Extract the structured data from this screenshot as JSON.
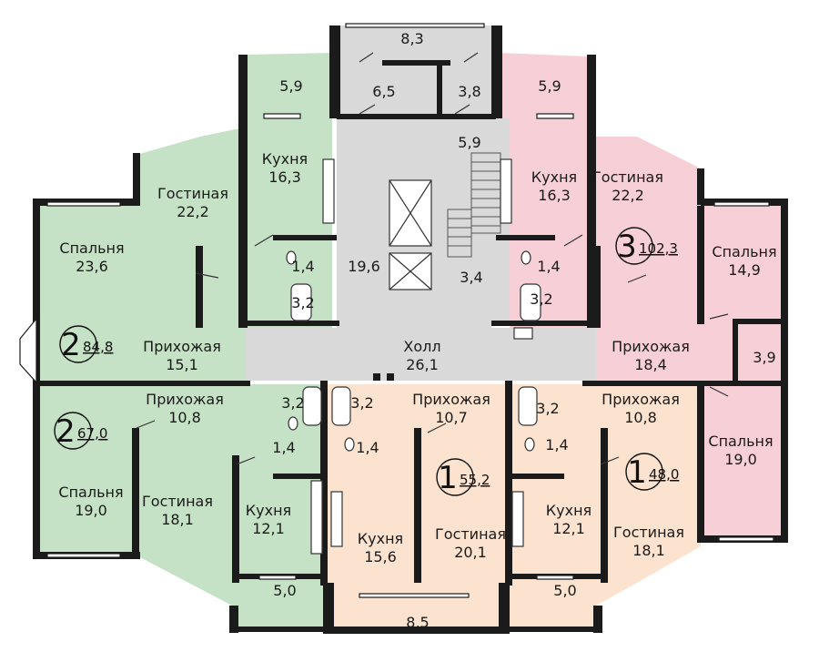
{
  "colors": {
    "apt_2_large": "#c6e2c6",
    "apt_3": "#f7cfd6",
    "apt_1": "#fbe3cf",
    "common": "#d9d9d9",
    "wall": "#1b1b1b"
  },
  "apartments": [
    {
      "id": "apt-2-84",
      "rooms": "2",
      "area": "84,8"
    },
    {
      "id": "apt-2-67",
      "rooms": "2",
      "area": "67,0"
    },
    {
      "id": "apt-3-102",
      "rooms": "3",
      "area": "102,3"
    },
    {
      "id": "apt-1-55",
      "rooms": "1",
      "area": "55,2"
    },
    {
      "id": "apt-1-48",
      "rooms": "1",
      "area": "48,0"
    }
  ],
  "rooms": [
    {
      "id": "r01",
      "name": "",
      "area": "8,3"
    },
    {
      "id": "r02",
      "name": "",
      "area": "5,9"
    },
    {
      "id": "r03",
      "name": "",
      "area": "6,5"
    },
    {
      "id": "r04",
      "name": "",
      "area": "3,8"
    },
    {
      "id": "r05",
      "name": "",
      "area": "5,9"
    },
    {
      "id": "r06",
      "name": "",
      "area": "5,9"
    },
    {
      "id": "r07",
      "name": "Кухня",
      "area": "16,3"
    },
    {
      "id": "r08",
      "name": "Гостиная",
      "area": "22,2"
    },
    {
      "id": "r09",
      "name": "Спальня",
      "area": "23,6"
    },
    {
      "id": "r10",
      "name": "",
      "area": "19,6"
    },
    {
      "id": "r11",
      "name": "",
      "area": "1,4"
    },
    {
      "id": "r12",
      "name": "",
      "area": "3,2"
    },
    {
      "id": "r13",
      "name": "",
      "area": "3,4"
    },
    {
      "id": "r14",
      "name": "Кухня",
      "area": "16,3"
    },
    {
      "id": "r15",
      "name": "Гостиная",
      "area": "22,2"
    },
    {
      "id": "r16",
      "name": "",
      "area": "1,4"
    },
    {
      "id": "r17",
      "name": "",
      "area": "3,2"
    },
    {
      "id": "r18",
      "name": "Спальня",
      "area": "14,9"
    },
    {
      "id": "r19",
      "name": "Прихожая",
      "area": "15,1"
    },
    {
      "id": "r20",
      "name": "Холл",
      "area": "26,1"
    },
    {
      "id": "r21",
      "name": "Прихожая",
      "area": "18,4"
    },
    {
      "id": "r22",
      "name": "",
      "area": "3,9"
    },
    {
      "id": "r23",
      "name": "Прихожая",
      "area": "10,8"
    },
    {
      "id": "r24",
      "name": "",
      "area": "3,2"
    },
    {
      "id": "r25",
      "name": "",
      "area": "3,2"
    },
    {
      "id": "r26",
      "name": "Прихожая",
      "area": "10,7"
    },
    {
      "id": "r27",
      "name": "",
      "area": "3,2"
    },
    {
      "id": "r28",
      "name": "Прихожая",
      "area": "10,8"
    },
    {
      "id": "r29",
      "name": "",
      "area": "1,4"
    },
    {
      "id": "r30",
      "name": "",
      "area": "1,4"
    },
    {
      "id": "r31",
      "name": "",
      "area": "1,4"
    },
    {
      "id": "r32",
      "name": "Спальня",
      "area": "19,0"
    },
    {
      "id": "r33",
      "name": "Гостиная",
      "area": "18,1"
    },
    {
      "id": "r34",
      "name": "Кухня",
      "area": "12,1"
    },
    {
      "id": "r35",
      "name": "Кухня",
      "area": "15,6"
    },
    {
      "id": "r36",
      "name": "Гостиная",
      "area": "20,1"
    },
    {
      "id": "r37",
      "name": "Кухня",
      "area": "12,1"
    },
    {
      "id": "r38",
      "name": "Гостиная",
      "area": "18,1"
    },
    {
      "id": "r39",
      "name": "Спальня",
      "area": "19,0"
    },
    {
      "id": "r40",
      "name": "",
      "area": "5,0"
    },
    {
      "id": "r41",
      "name": "",
      "area": "8,5"
    },
    {
      "id": "r42",
      "name": "",
      "area": "5,0"
    }
  ]
}
